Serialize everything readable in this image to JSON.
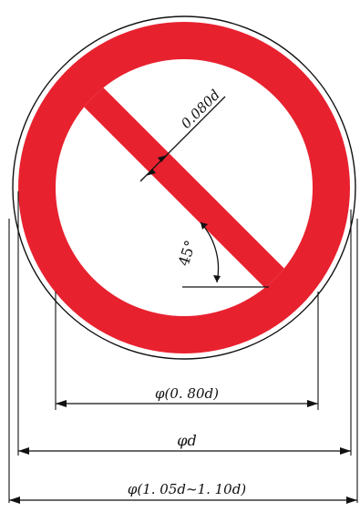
{
  "diagram": {
    "colors": {
      "ring": "#e8212f",
      "bar": "#e8212f",
      "background": "#ffffff",
      "lines": "#111111"
    },
    "labels": {
      "bar_width": "0.080d",
      "angle": "45°",
      "inner_diameter": "φ(0. 80d)",
      "outer_diameter": "φd",
      "border_diameter": "φ(1. 05d~1. 10d)"
    }
  }
}
